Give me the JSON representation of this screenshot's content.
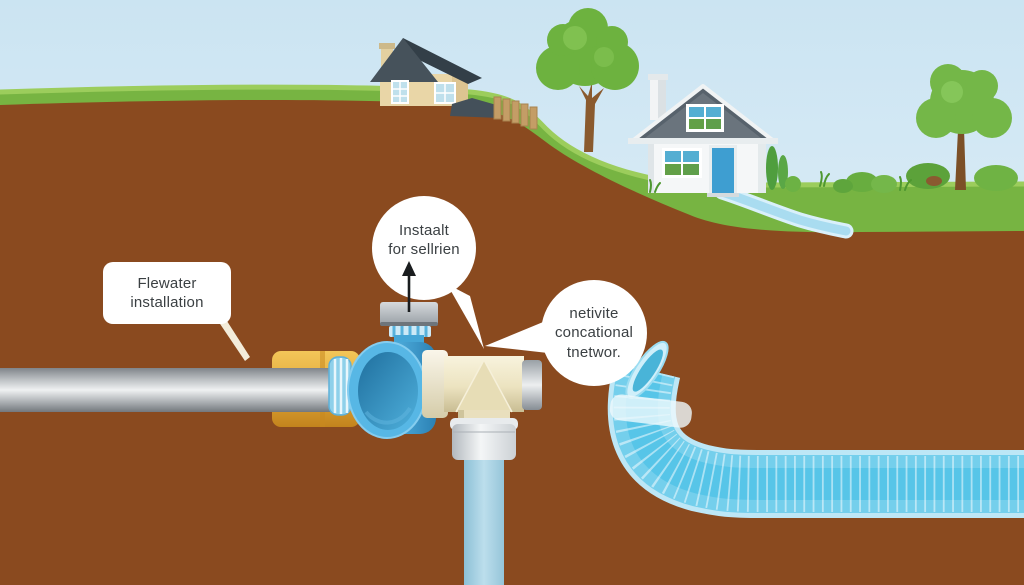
{
  "callouts": {
    "flewater": {
      "shape": "rounded-box",
      "lines": [
        "Flewater",
        "installation"
      ]
    },
    "instaalt": {
      "shape": "circle",
      "lines": [
        "Instaalt",
        "for sellrien"
      ]
    },
    "netivite": {
      "shape": "circle",
      "lines": [
        "netivite",
        "concational",
        "tnetwor."
      ]
    }
  },
  "palette": {
    "sky_top": "#cbe4f2",
    "sky_bottom": "#e9f4fa",
    "grass": "#77b442",
    "grass_highlight": "#9ccd5c",
    "soil": "#8a4a1f",
    "metal_pipe": "#b9bdc0",
    "brass_fitting": "#e2a93a",
    "valve_blue": "#3f9ecf",
    "tee_cream": "#ece3c0",
    "corrugated_pipe_blue": "#74cfec",
    "drain_pipe_blue": "#a9d2e2",
    "house_left_wall": "#e9d6a7",
    "house_left_roof": "#3d4952",
    "house_right_wall": "#f5f7f8",
    "house_right_roof": "#57626c",
    "door_blue": "#3e9ed1",
    "tree_green": "#74b748",
    "stream_blue": "#a9dcf0",
    "callout_bg": "#ffffff",
    "callout_text": "#3b4043",
    "arrow_black": "#1a1d1f"
  }
}
